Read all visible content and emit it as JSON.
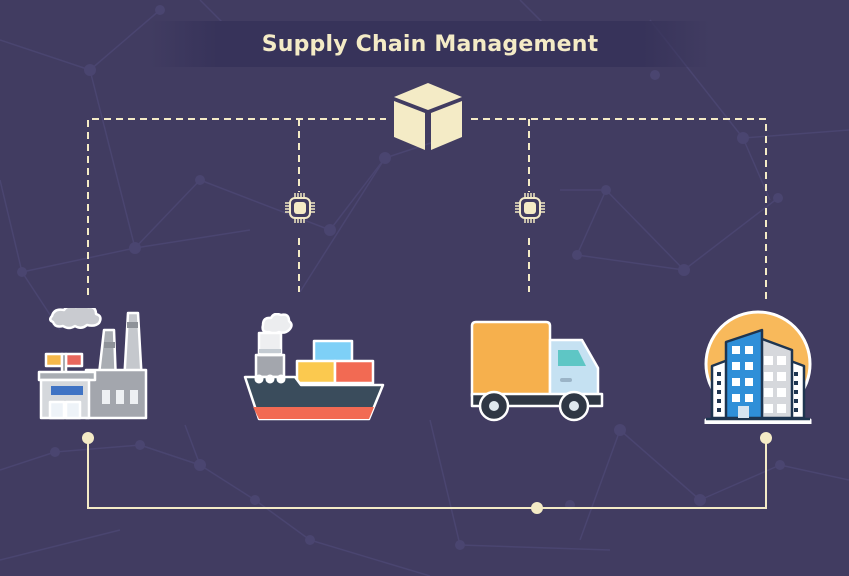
{
  "title": "Supply Chain Management",
  "colors": {
    "background": "#413c61",
    "title_bar": "#37335a",
    "accent": "#f4ebc6",
    "network_lines": "#4d4870"
  },
  "nodes": [
    {
      "id": "factory",
      "label": "factory-icon"
    },
    {
      "id": "ship",
      "label": "cargo-ship-icon"
    },
    {
      "id": "truck",
      "label": "delivery-truck-icon"
    },
    {
      "id": "building",
      "label": "office-building-icon"
    }
  ],
  "connectors": {
    "top_icon": "package-box-icon",
    "chips": [
      "microchip-icon",
      "microchip-icon"
    ],
    "bottom_dots": 3
  }
}
